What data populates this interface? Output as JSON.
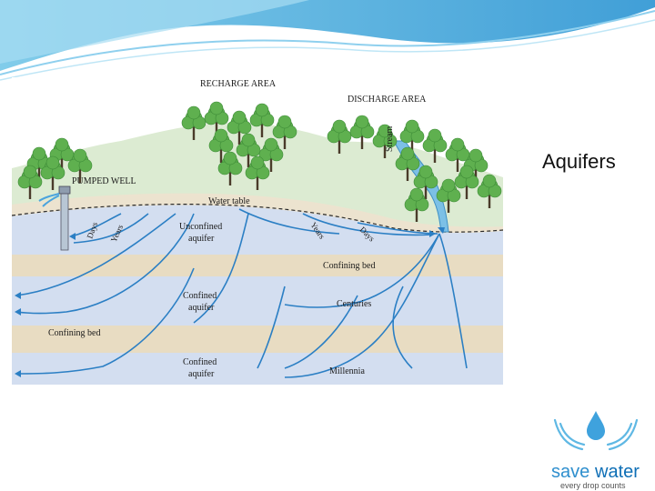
{
  "slide": {
    "title": "Aquifers"
  },
  "diagram": {
    "labels": {
      "recharge_area": "RECHARGE AREA",
      "discharge_area": "DISCHARGE AREA",
      "stream": "Stream",
      "pumped_well": "PUMPED WELL",
      "water_table": "Water table",
      "unconfined_aquifer_line1": "Unconfined",
      "unconfined_aquifer_line2": "aquifer",
      "confining_bed_upper": "Confining bed",
      "confined_aquifer_upper_line1": "Confined",
      "confined_aquifer_upper_line2": "aquifer",
      "centuries": "Centuries",
      "confining_bed_lower": "Confining bed",
      "confined_aquifer_lower_line1": "Confined",
      "confined_aquifer_lower_line2": "aquifer",
      "millennia": "Millennia",
      "days_left": "Days",
      "years_left": "Years",
      "years_right": "Years",
      "days_right": "Days"
    },
    "colors": {
      "sky": "#ffffff",
      "land": "#dcebd2",
      "unsaturated": "#ece3cf",
      "aquifer": "#d3def0",
      "confining_bed": "#e8dcc2",
      "flow_arrow": "#2b7fc4",
      "tree_foliage": "#5fb04f",
      "tree_trunk": "#4a3b2a"
    }
  },
  "logo": {
    "brand": "save water",
    "brand_part1": "save",
    "brand_part2": "water",
    "tagline": "every drop counts",
    "colors": {
      "save": "#2f8fce",
      "water": "#0e6fb6",
      "drop": "#3fa2dd"
    }
  }
}
